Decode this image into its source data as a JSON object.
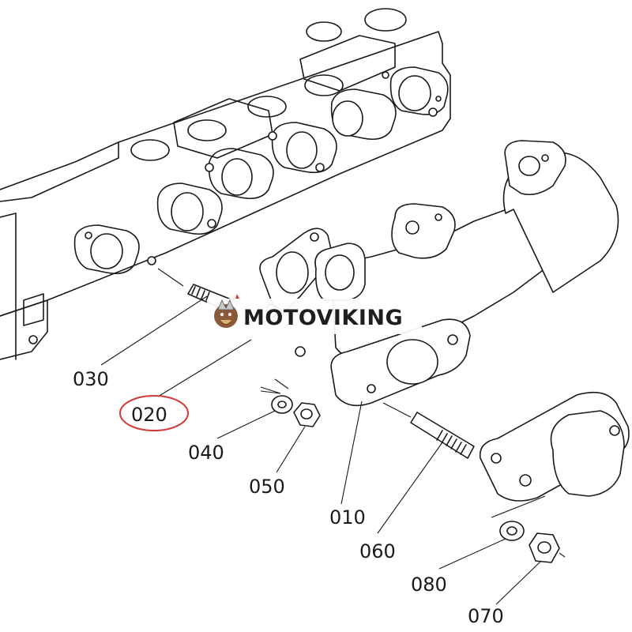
{
  "watermark": {
    "text": "MOTOVIKING"
  },
  "parts": [
    {
      "id": "010",
      "label": "010",
      "kind": "exhaust-manifold"
    },
    {
      "id": "020",
      "label": "020",
      "kind": "gasket",
      "highlighted": true,
      "highlight_color": "#d43a3a"
    },
    {
      "id": "030",
      "label": "030",
      "kind": "stud"
    },
    {
      "id": "040",
      "label": "040",
      "kind": "washer"
    },
    {
      "id": "050",
      "label": "050",
      "kind": "nut"
    },
    {
      "id": "060",
      "label": "060",
      "kind": "stud"
    },
    {
      "id": "070",
      "label": "070",
      "kind": "nut"
    },
    {
      "id": "080",
      "label": "080",
      "kind": "washer"
    }
  ]
}
